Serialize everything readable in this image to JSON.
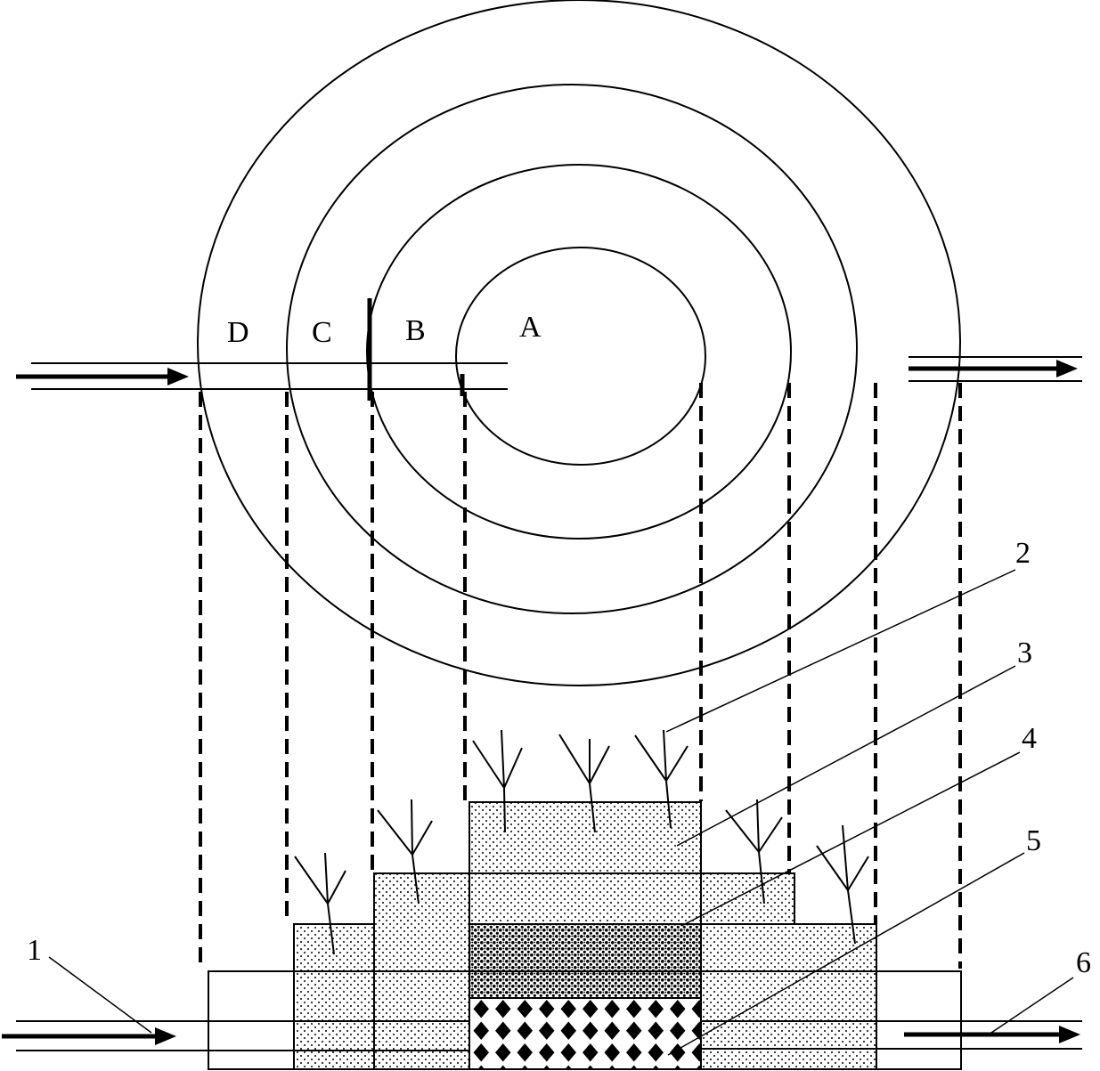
{
  "zone_labels": {
    "a": "A",
    "b": "B",
    "c": "C",
    "d": "D"
  },
  "callouts": {
    "c1": "1",
    "c2": "2",
    "c3": "3",
    "c4": "4",
    "c5": "5",
    "c6": "6"
  }
}
